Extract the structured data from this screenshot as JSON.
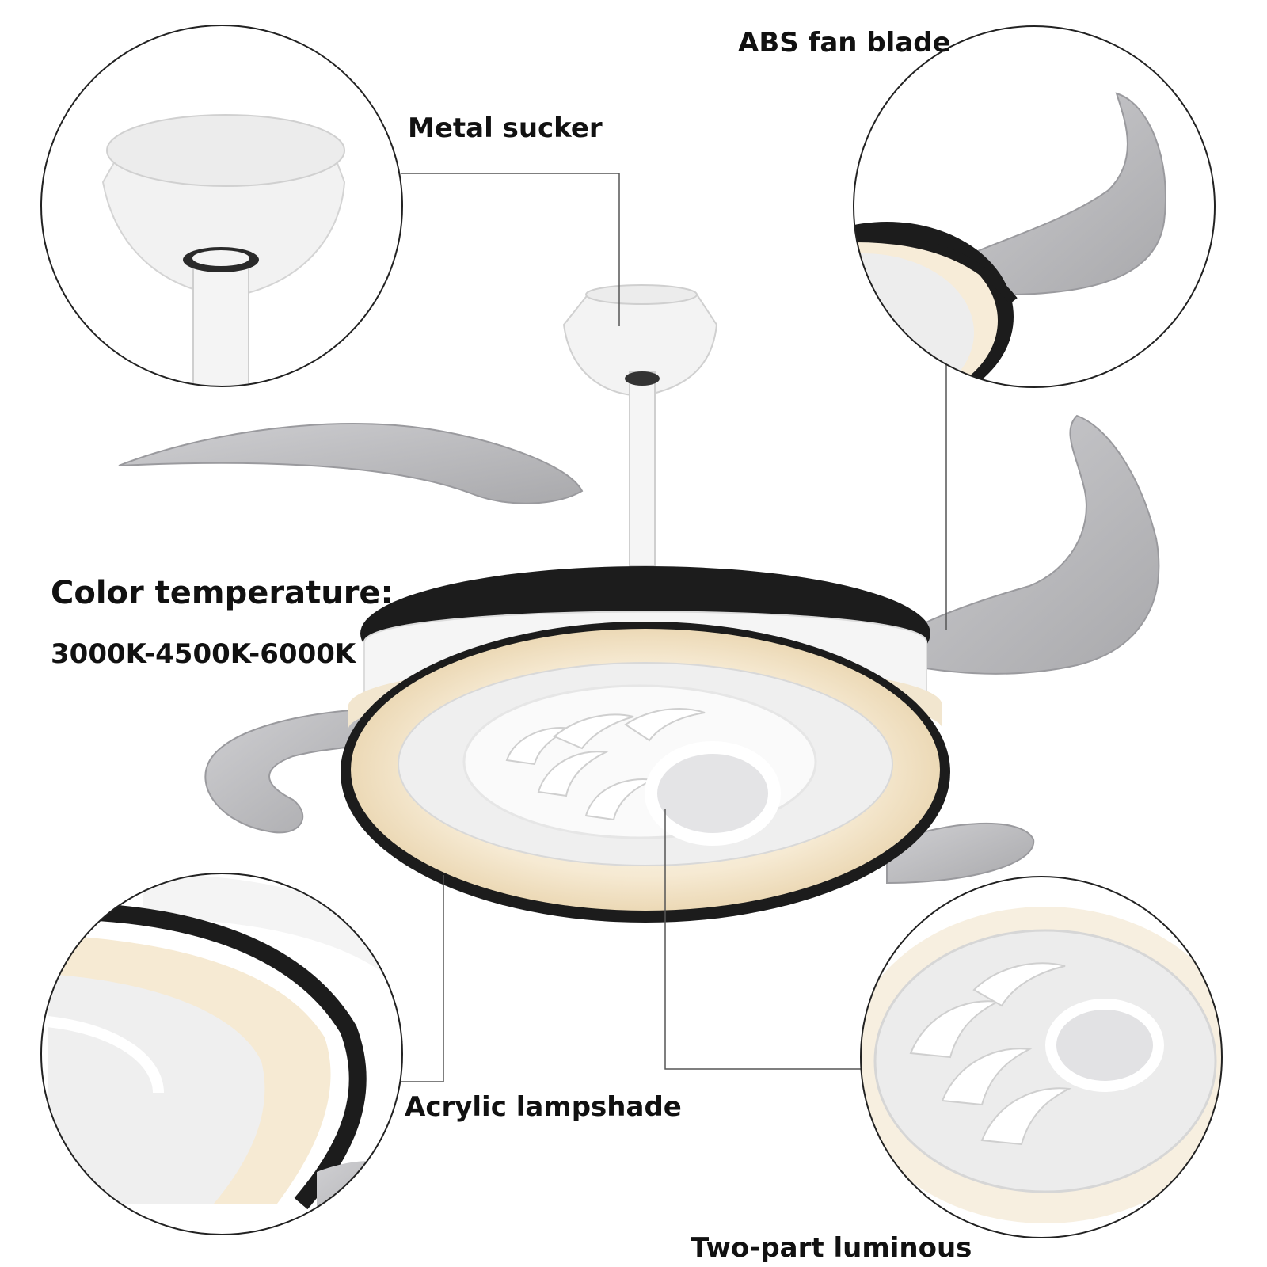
{
  "labels": {
    "abs_fan_blade": "ABS fan blade",
    "metal_sucker": "Metal sucker",
    "color_temperature_title": "Color temperature:",
    "color_temperature_values": "3000K-4500K-6000K",
    "acrylic_lampshade": "Acrylic lampshade",
    "two_part_luminous": "Two-part luminous"
  },
  "colors": {
    "background": "#ffffff",
    "text": "#111111",
    "blade_gray": "#b7b7b9",
    "white_housing": "#f4f4f4",
    "black_trim": "#1c1c1c",
    "warm_glow": "#f7ecd8",
    "callout_line": "#555555"
  }
}
